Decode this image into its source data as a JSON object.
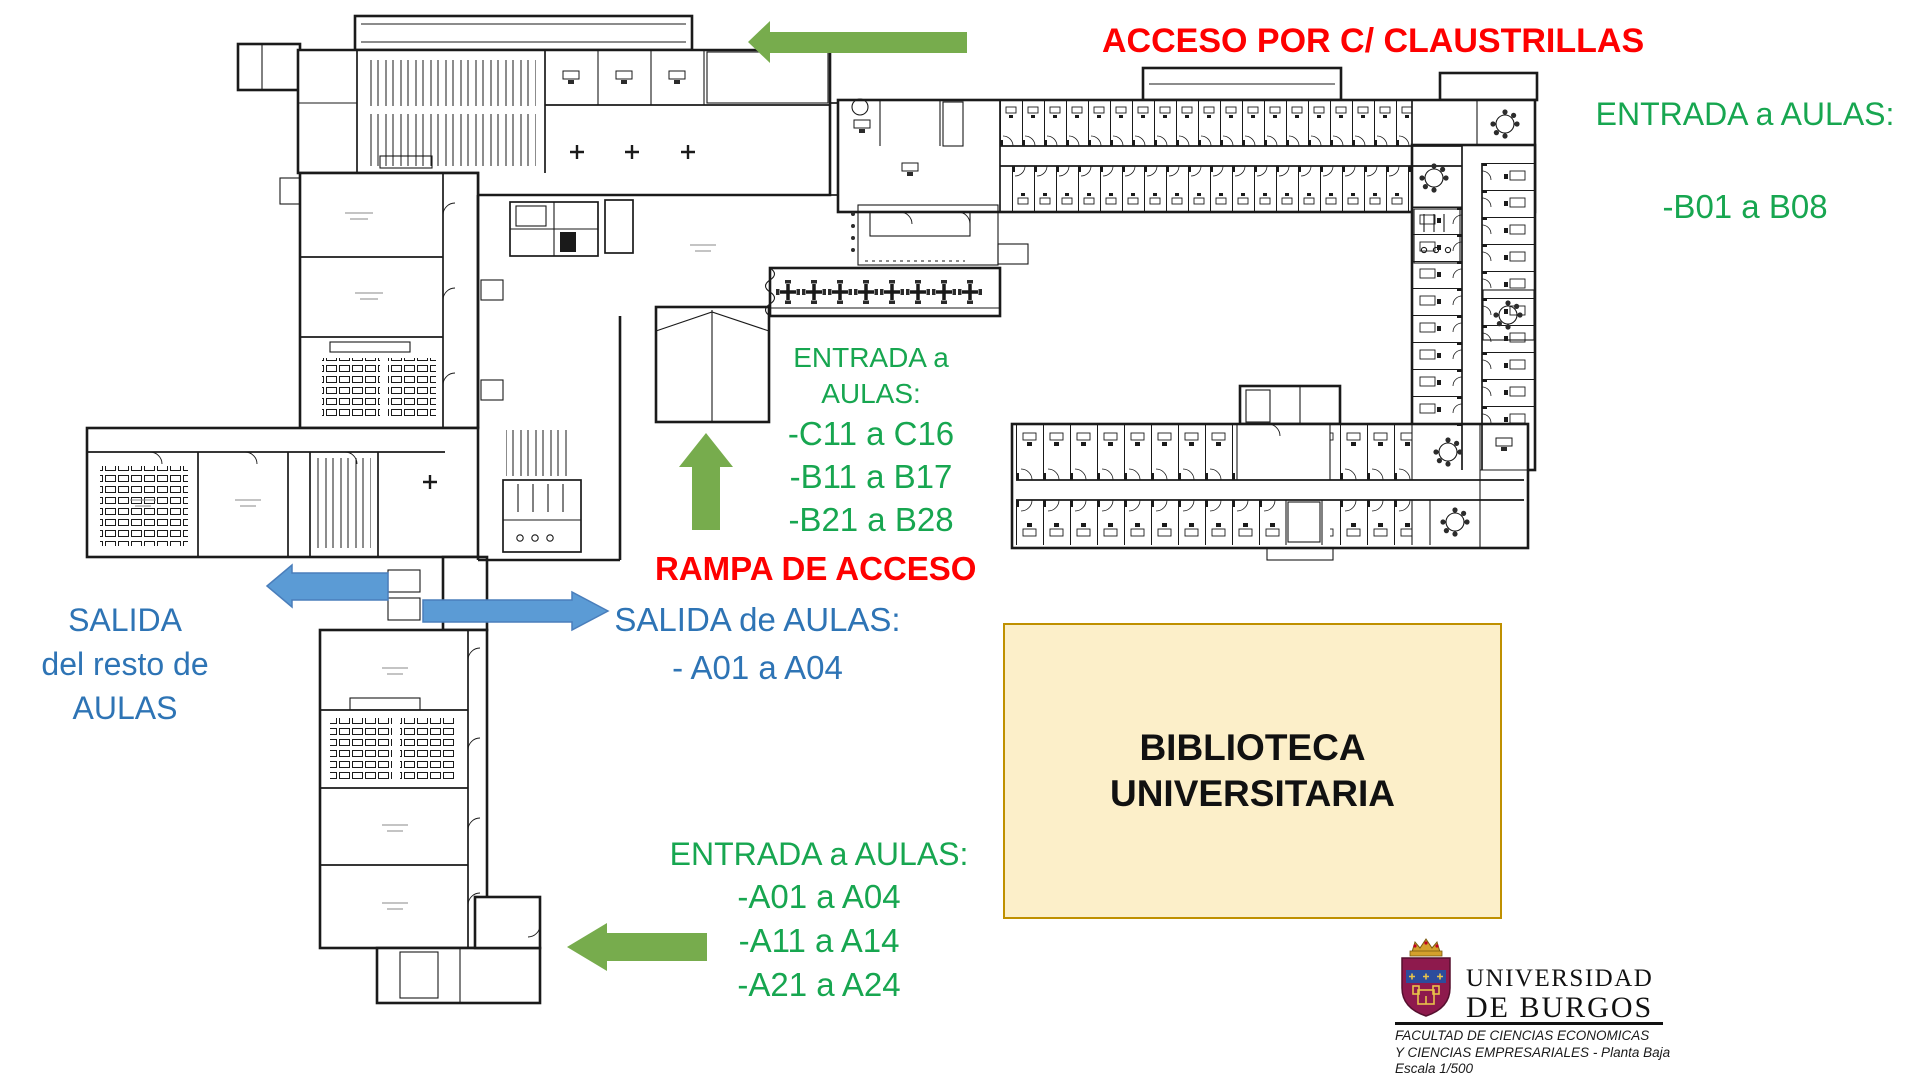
{
  "annotations": {
    "acceso": {
      "text": "ACCESO POR C/ CLAUSTRILLAS"
    },
    "entrada_b_wing": {
      "title": "ENTRADA a AULAS:",
      "rooms": "-B01 a B08"
    },
    "entrada_central": {
      "title_line1": "ENTRADA a",
      "title_line2": "AULAS:",
      "rooms": [
        "-C11 a C16",
        "-B11 a B17",
        "-B21 a B28"
      ]
    },
    "rampa": {
      "text": "RAMPA DE ACCESO"
    },
    "salida_aulas": {
      "title": "SALIDA de AULAS:",
      "rooms": "- A01 a A04"
    },
    "salida_resto": {
      "line1": "SALIDA",
      "line2": "del resto de",
      "line3": "AULAS"
    },
    "entrada_a_wing": {
      "title": "ENTRADA a AULAS:",
      "rooms": [
        "-A01 a A04",
        "-A11 a A14",
        "-A21 a A24"
      ]
    },
    "biblioteca": {
      "line1": "BIBLIOTECA",
      "line2": "UNIVERSITARIA"
    }
  },
  "logo": {
    "name_line1": "UNIVERSIDAD",
    "name_line2": "DE BURGOS",
    "faculty_line1": "FACULTAD DE CIENCIAS ECONOMICAS",
    "faculty_line2": "Y CIENCIAS EMPRESARIALES - Planta Baja",
    "scale": "Escala 1/500"
  },
  "colors": {
    "entry_text_green": "#17A650",
    "arrow_green": "#77AC4D",
    "exit_text_blue": "#2E74B5",
    "arrow_blue": "#5B9BD5",
    "alert_red": "#FE0000",
    "library_fill": "#FCEFC9",
    "library_border": "#BF9000",
    "plan_line": "#1A1A1A"
  }
}
